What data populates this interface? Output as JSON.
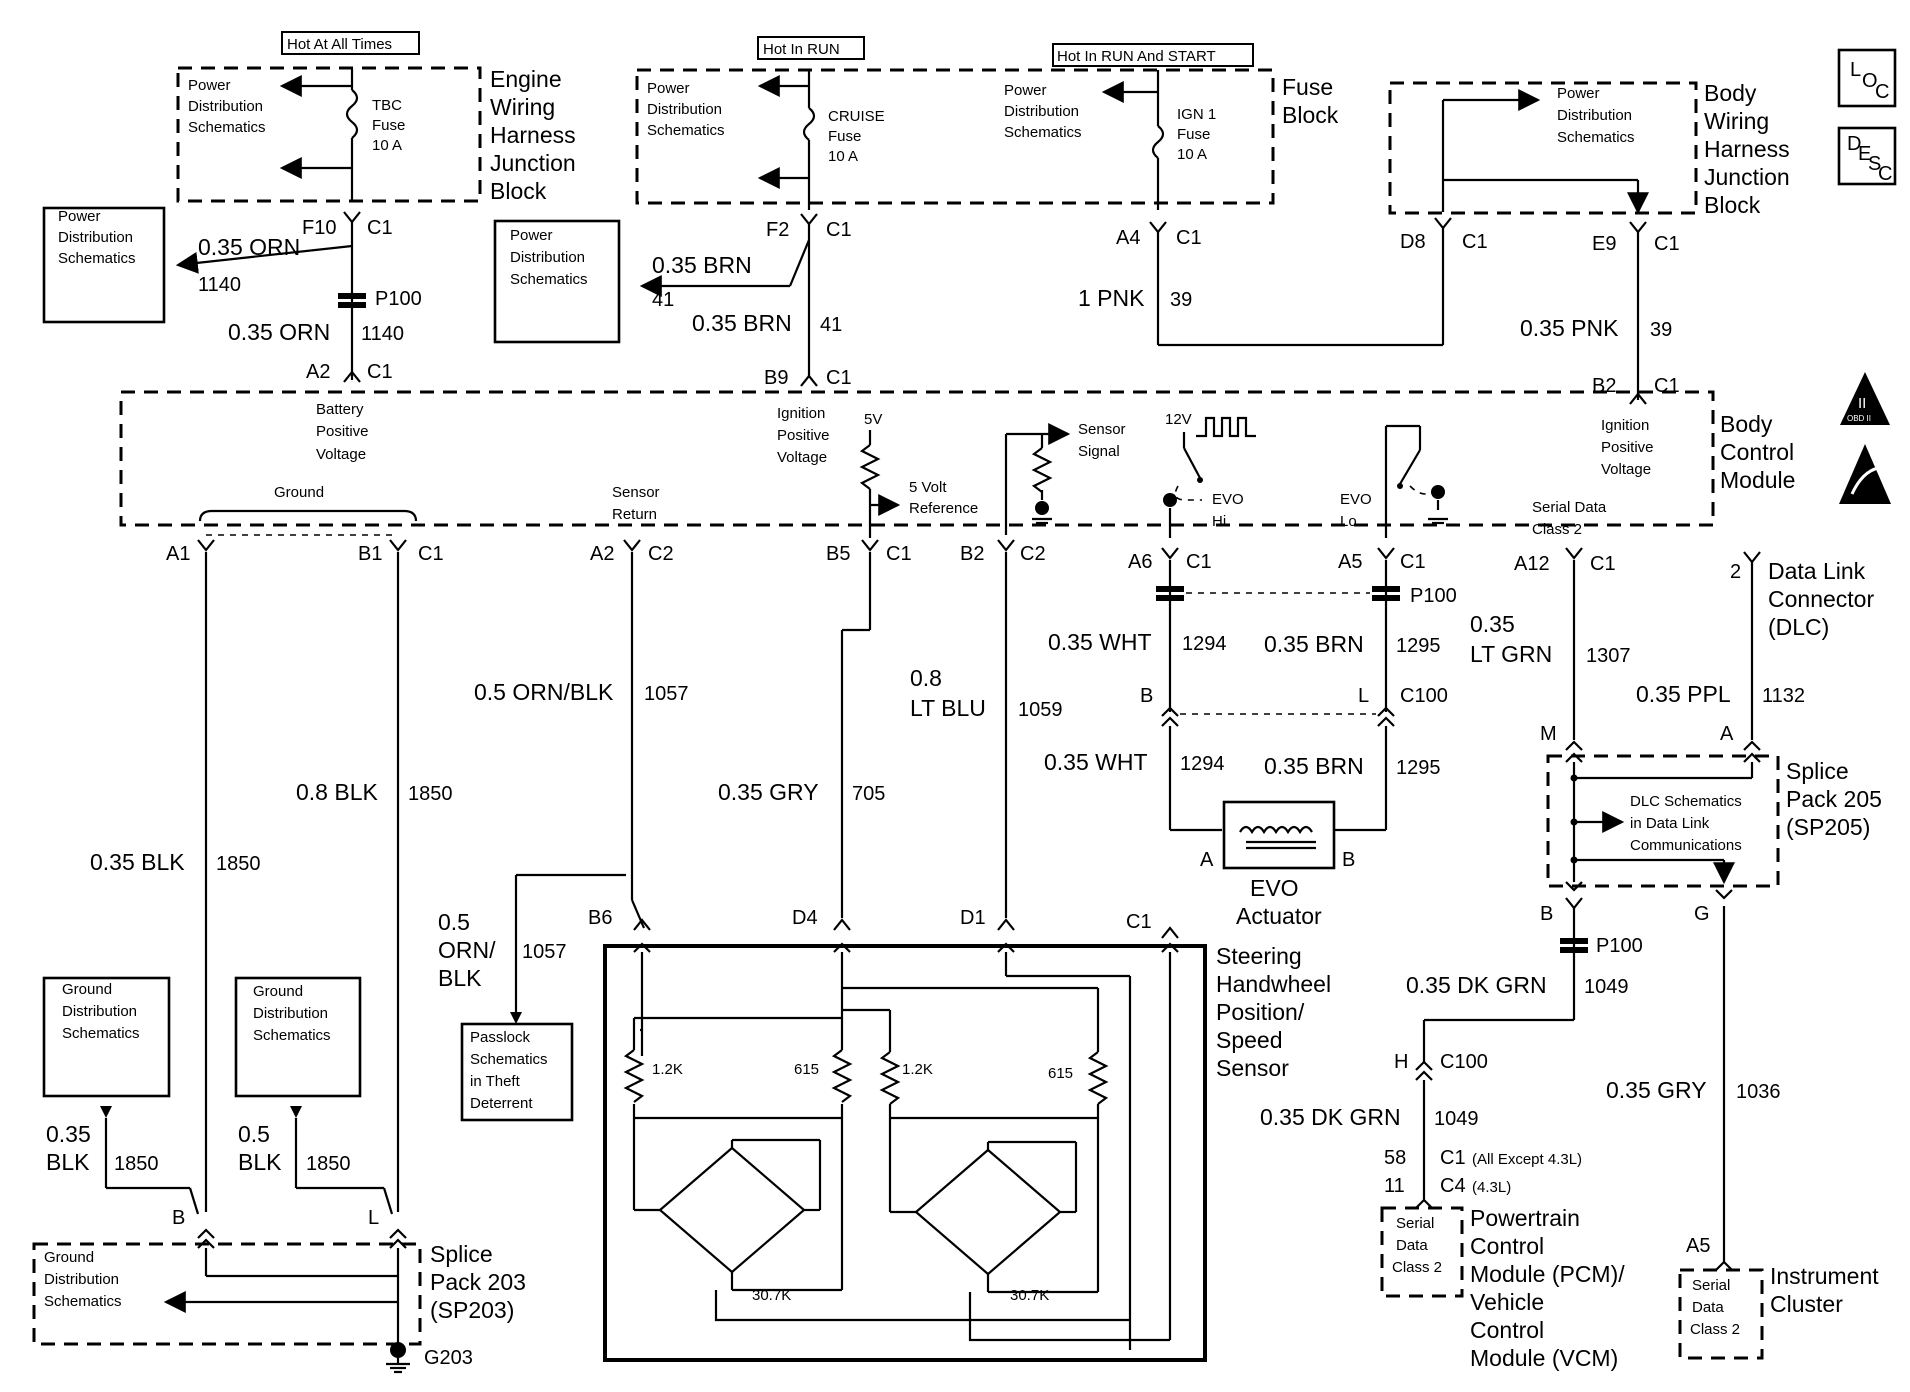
{
  "hot_labels": {
    "always": "Hot At All Times",
    "run": "Hot In RUN",
    "run_start": "Hot In RUN And START"
  },
  "blocks": {
    "engine_jb": [
      "Engine",
      "Wiring",
      "Harness",
      "Junction",
      "Block"
    ],
    "fuse_block": [
      "Fuse",
      "Block"
    ],
    "body_jb": [
      "Body",
      "Wiring",
      "Harness",
      "Junction",
      "Block"
    ],
    "bcm": [
      "Body",
      "Control",
      "Module"
    ],
    "dlc": [
      "Data Link",
      "Connector",
      "(DLC)"
    ],
    "sp205": [
      "Splice",
      "Pack 205",
      "(SP205)"
    ],
    "sp203": [
      "Splice",
      "Pack 203",
      "(SP203)"
    ],
    "steering": [
      "Steering",
      "Handwheel",
      "Position/",
      "Speed",
      "Sensor"
    ],
    "pcm": [
      "Powertrain",
      "Control",
      "Module (PCM)/",
      "Vehicle",
      "Control",
      "Module (VCM)"
    ],
    "ipc": [
      "Instrument",
      "Cluster"
    ],
    "evo": [
      "EVO",
      "Actuator"
    ]
  },
  "schematic_refs": {
    "power": [
      "Power",
      "Distribution",
      "Schematics"
    ],
    "ground": [
      "Ground",
      "Distribution",
      "Schematics"
    ],
    "passlock": [
      "Passlock",
      "Schematics",
      "in Theft",
      "Deterrent"
    ],
    "dlc": [
      "DLC Schematics",
      "in Data Link",
      "Communications"
    ],
    "serial": [
      "Serial",
      "Data",
      "Class 2"
    ]
  },
  "fuses": {
    "tbc": [
      "TBC",
      "Fuse",
      "10 A"
    ],
    "cruise": [
      "CRUISE",
      "Fuse",
      "10 A"
    ],
    "ign1": [
      "IGN 1",
      "Fuse",
      "10 A"
    ]
  },
  "bcm_internal": {
    "battery": [
      "Battery",
      "Positive",
      "Voltage"
    ],
    "ignition": [
      "Ignition",
      "Positive",
      "Voltage"
    ],
    "ground": "Ground",
    "sensor_return": [
      "Sensor",
      "Return"
    ],
    "v5": "5V",
    "five_volt_ref": [
      "5 Volt",
      "Reference"
    ],
    "sensor_signal": [
      "Sensor",
      "Signal"
    ],
    "v12": "12V",
    "evo_hi": [
      "EVO",
      "Hi"
    ],
    "evo_lo": [
      "EVO",
      "Lo"
    ],
    "serial_data": [
      "Serial Data",
      "Class 2"
    ]
  },
  "pins": {
    "f10": "F10",
    "a2_top": "A2",
    "f2": "F2",
    "b9": "B9",
    "a4": "A4",
    "d8": "D8",
    "e9": "E9",
    "b2_top": "B2",
    "a1": "A1",
    "b1": "B1",
    "a2": "A2",
    "b5": "B5",
    "b2": "B2",
    "a6": "A6",
    "a5": "A5",
    "a12": "A12",
    "dlc2": "2",
    "b": "B",
    "l": "L",
    "m": "M",
    "a": "A",
    "g": "G",
    "h": "H",
    "b6": "B6",
    "d4": "D4",
    "d1": "D1",
    "c1pin": "C1",
    "pin58": "58",
    "pin11": "11",
    "a5_ipc": "A5",
    "b_sp205": "B"
  },
  "connectors": {
    "c1": "C1",
    "c2": "C2",
    "p100": "P100",
    "c100": "C100",
    "c1_note": "C1",
    "c1_note_small": "(All Except 4.3L)",
    "c4": "C4",
    "c4_small": "(4.3L)",
    "g203": "G203"
  },
  "wires": {
    "orn035": "0.35 ORN",
    "n1140": "1140",
    "brn035": "0.35 BRN",
    "n41": "41",
    "pnk1": "1 PNK",
    "n39": "39",
    "pnk035": "0.35 PNK",
    "blk035": "0.35 BLK",
    "blk08": "0.8 BLK",
    "n1850": "1850",
    "blk035a": "0.35",
    "blk035b": "BLK",
    "blk05a": "0.5",
    "blk05b": "BLK",
    "ornblk05": "0.5 ORN/BLK",
    "n1057": "1057",
    "ornblk_a": "0.5",
    "ornblk_b": "ORN/",
    "ornblk_c": "BLK",
    "gry035": "0.35 GRY",
    "n705": "705",
    "ltblu_a": "0.8",
    "ltblu_b": "LT BLU",
    "n1059": "1059",
    "wht035": "0.35 WHT",
    "n1294": "1294",
    "n1295": "1295",
    "ltgrn_a": "0.35",
    "ltgrn_b": "LT GRN",
    "n1307": "1307",
    "ppl035": "0.35 PPL",
    "n1132": "1132",
    "dkgrn035": "0.35 DK GRN",
    "n1049": "1049",
    "n1036": "1036"
  },
  "resistors": {
    "r12k": "1.2K",
    "r615": "615",
    "r307": "30.7K"
  },
  "symbols": {
    "loc": [
      "L",
      "O",
      "C"
    ],
    "desc": [
      "D",
      "E",
      "S",
      "C"
    ],
    "obd": [
      "II",
      "OBD II"
    ]
  }
}
